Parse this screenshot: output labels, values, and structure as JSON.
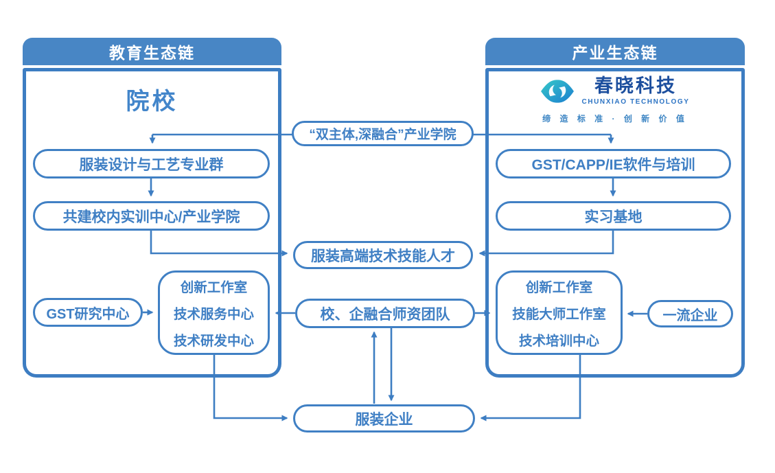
{
  "colors": {
    "line_blue": "#3d7dc2",
    "header_bg": "#4886c5",
    "header_text": "#ffffff",
    "node_border": "#4080c4",
    "node_text": "#3f7fc4",
    "logo_navy": "#1d4f9e",
    "logo_blue": "#2d74c4",
    "logo_teal": "#35c8c8"
  },
  "icons": {
    "logo": "eye-swirl-icon"
  },
  "left_panel": {
    "header": "教育生态链",
    "title": "院校",
    "pills": [
      "服装设计与工艺专业群",
      "共建校内实训中心/产业学院"
    ],
    "box_lines": [
      "创新工作室",
      "技术服务中心",
      "技术研发中心"
    ],
    "side_pill": "GST研究中心"
  },
  "right_panel": {
    "header": "产业生态链",
    "logo": {
      "name": "春晓科技",
      "subtitle": "CHUNXIAO TECHNOLOGY",
      "tagline": "缔 造 标 准 · 创 新 价 值"
    },
    "pills": [
      "GST/CAPP/IE软件与培训",
      "实习基地"
    ],
    "box_lines": [
      "创新工作室",
      "技能大师工作室",
      "技术培训中心"
    ],
    "side_pill": "一流企业"
  },
  "center": {
    "top_pill": "“双主体,深融合”产业学院",
    "talent_pill": "服装高端技术技能人才",
    "team_pill": "校、企融合师资团队",
    "bottom_pill": "服装企业"
  }
}
